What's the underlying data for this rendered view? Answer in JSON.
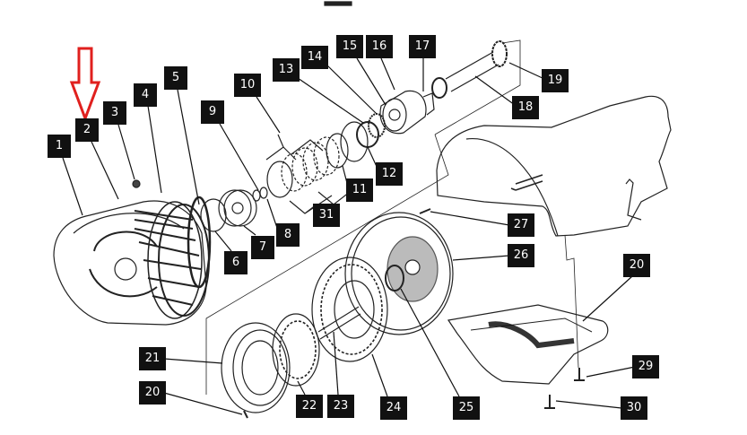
{
  "diagram": {
    "type": "exploded-parts-diagram",
    "subject": "Automatic transmission with torque converter and oil pan",
    "highlight": {
      "marker": "red-arrow",
      "points_to_label": "2",
      "color": "#e0201e"
    },
    "callouts": [
      {
        "id": "c1",
        "label": "1"
      },
      {
        "id": "c2",
        "label": "2"
      },
      {
        "id": "c3",
        "label": "3"
      },
      {
        "id": "c4",
        "label": "4"
      },
      {
        "id": "c5",
        "label": "5"
      },
      {
        "id": "c6",
        "label": "6"
      },
      {
        "id": "c7",
        "label": "7"
      },
      {
        "id": "c8",
        "label": "8"
      },
      {
        "id": "c9",
        "label": "9"
      },
      {
        "id": "c10",
        "label": "10"
      },
      {
        "id": "c11",
        "label": "11"
      },
      {
        "id": "c12",
        "label": "12"
      },
      {
        "id": "c13",
        "label": "13"
      },
      {
        "id": "c14",
        "label": "14"
      },
      {
        "id": "c15",
        "label": "15"
      },
      {
        "id": "c16",
        "label": "16"
      },
      {
        "id": "c17",
        "label": "17"
      },
      {
        "id": "c18",
        "label": "18"
      },
      {
        "id": "c19",
        "label": "19"
      },
      {
        "id": "c20a",
        "label": "20"
      },
      {
        "id": "c20b",
        "label": "20"
      },
      {
        "id": "c21",
        "label": "21"
      },
      {
        "id": "c22",
        "label": "22"
      },
      {
        "id": "c23",
        "label": "23"
      },
      {
        "id": "c24",
        "label": "24"
      },
      {
        "id": "c25",
        "label": "25"
      },
      {
        "id": "c26",
        "label": "26"
      },
      {
        "id": "c27",
        "label": "27"
      },
      {
        "id": "c29",
        "label": "29"
      },
      {
        "id": "c30",
        "label": "30"
      },
      {
        "id": "c31",
        "label": "31"
      }
    ],
    "colors": {
      "ink": "#111111",
      "label_bg": "#111111",
      "label_text": "#ffffff",
      "arrow": "#e0201e",
      "background": "#ffffff"
    }
  }
}
